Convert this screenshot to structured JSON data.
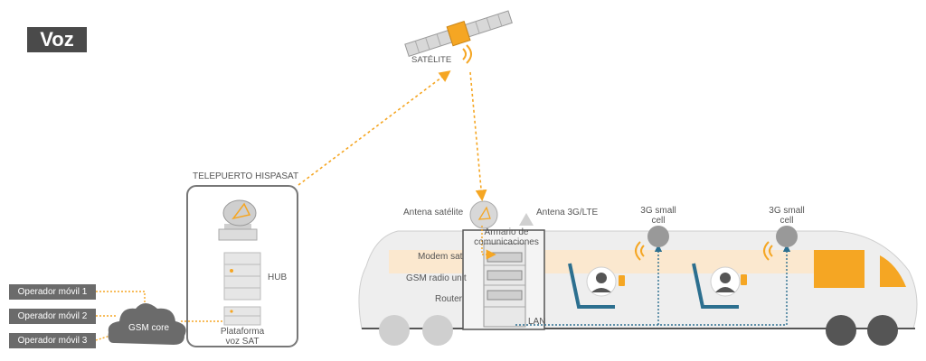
{
  "title": "Voz",
  "satellite": {
    "label": "SATÉLITE"
  },
  "teleport": {
    "label": "TELEPUERTO HISPASAT",
    "hub_label": "HUB",
    "platform_label_line1": "Plataforma",
    "platform_label_line2": "voz SAT"
  },
  "gsm_core": {
    "label": "GSM core"
  },
  "operators": [
    {
      "label": "Operador móvil 1"
    },
    {
      "label": "Operador móvil 2"
    },
    {
      "label": "Operador móvil 3"
    }
  ],
  "train": {
    "antenna_sat_label": "Antena satélite",
    "antenna_3g_label": "Antena 3G/LTE",
    "cabinet_label_line1": "Armario de",
    "cabinet_label_line2": "comunicaciones",
    "modem_label": "Modem sat",
    "gsm_radio_label": "GSM radio unit",
    "router_label": "Router",
    "lan_label": "LAN",
    "small_cells": [
      {
        "line1": "3G small",
        "line2": "cell"
      },
      {
        "line1": "3G small",
        "line2": "cell"
      }
    ]
  },
  "colors": {
    "accent": "#f5a623",
    "badge_bg": "#4a4a4a",
    "operator_bg": "#6b6b6b",
    "cloud": "#6b6b6b",
    "train_body": "#eeeeee",
    "band": "#fbe8cf",
    "lan_line": "#2c6f8f"
  }
}
